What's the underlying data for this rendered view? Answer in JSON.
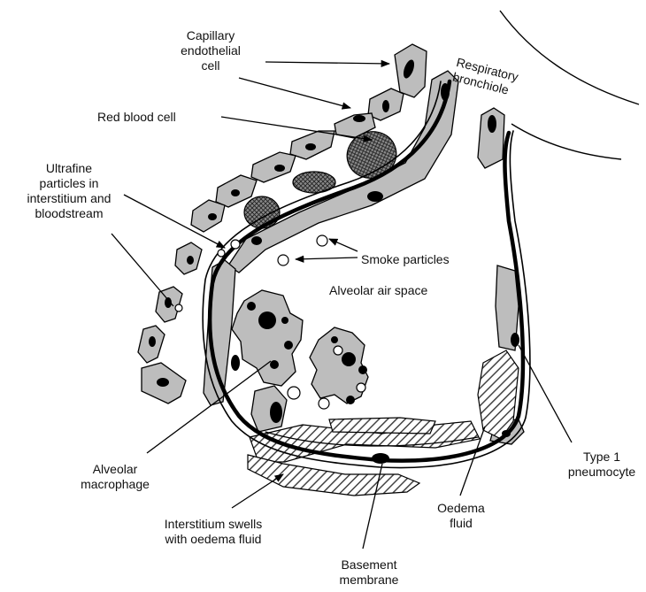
{
  "labels": {
    "capillary_endothelial_cell": "Capillary\nendothelial\ncell",
    "respiratory_bronchiole": "Respiratory\nbronchiole",
    "red_blood_cell": "Red blood cell",
    "ultrafine_particles": "Ultrafine\nparticles in\ninterstitium and\nbloodstream",
    "smoke_particles": "Smoke particles",
    "alveolar_air_space": "Alveolar air space",
    "alveolar_macrophage": "Alveolar\nmacrophage",
    "type_1_pneumocyte": "Type 1\npneumocyte",
    "oedema_fluid": "Oedema\nfluid",
    "interstitium_swells": "Interstitium swells\nwith oedema fluid",
    "basement_membrane": "Basement\nmembrane"
  },
  "colors": {
    "cell_fill": "#bdbdbd",
    "nucleus": "#000000",
    "membrane": "#000000",
    "hatch": "#555555"
  }
}
